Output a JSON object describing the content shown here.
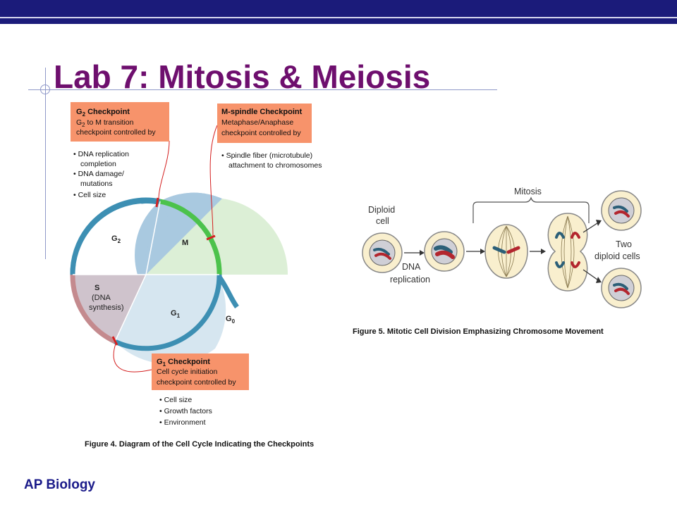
{
  "slide": {
    "title": "Lab 7: Mitosis & Meiosis",
    "footer": "AP Biology"
  },
  "figure4": {
    "caption": "Figure 4. Diagram of the Cell Cycle Indicating the Checkpoints",
    "phases": {
      "g2": "G",
      "g2_sub": "2",
      "m": "M",
      "s": "S",
      "s_line2": "(DNA",
      "s_line3": "synthesis)",
      "g1": "G",
      "g1_sub": "1",
      "g0": "G",
      "g0_sub": "0"
    },
    "g2_checkpoint": {
      "title": "G",
      "title_sub": "2",
      "title_rest": " Checkpoint",
      "line1_a": "G",
      "line1_sub": "2",
      "line1_b": " to M transition",
      "line2": "checkpoint controlled by",
      "bullets": [
        "• DNA replication",
        "completion",
        "• DNA damage/",
        "mutations",
        "• Cell size"
      ]
    },
    "m_checkpoint": {
      "title": "M-spindle Checkpoint",
      "line1": "Metaphase/Anaphase",
      "line2": "checkpoint controlled by",
      "bullets": [
        "• Spindle fiber (microtubule)",
        "attachment to chromosomes"
      ]
    },
    "g1_checkpoint": {
      "title": "G",
      "title_sub": "1",
      "title_rest": " Checkpoint",
      "line1": "Cell cycle initiation",
      "line2": "checkpoint controlled by",
      "bullets": [
        "• Cell size",
        "• Growth factors",
        "• Environment"
      ]
    }
  },
  "figure5": {
    "caption": "Figure 5. Mitotic Cell Division Emphasizing Chromosome Movement",
    "mitosis": "Mitosis",
    "diploid_l1": "Diploid",
    "diploid_l2": "cell",
    "dna_l1": "DNA",
    "dna_l2": "replication",
    "two_l1": "Two",
    "two_l2": "diploid cells"
  },
  "colors": {
    "title": "#6e0f6e",
    "footer": "#1b1b8a",
    "top_bar": "#1b1b7a",
    "checkpoint_box": "#f7936b",
    "g_phase_ring": "#3d8fb3",
    "m_phase_ring": "#4cc24c",
    "s_phase_ring": "#c48a8e",
    "chromosome_red": "#b3262e",
    "chromosome_blue": "#2c5f78"
  }
}
